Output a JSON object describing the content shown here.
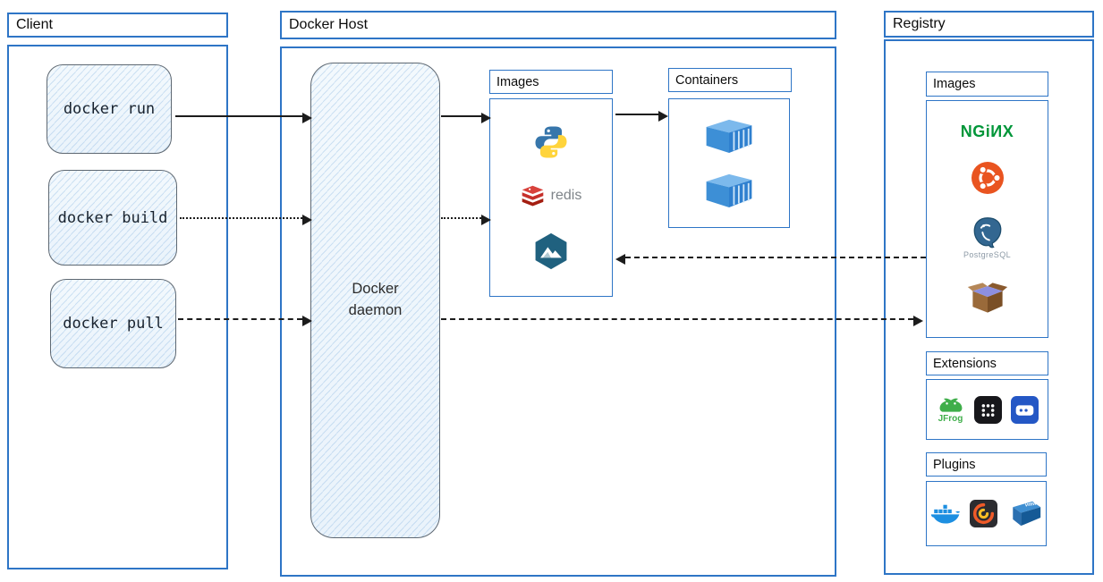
{
  "diagram": {
    "client": {
      "title": "Client",
      "commands": [
        {
          "label": "docker run"
        },
        {
          "label": "docker build"
        },
        {
          "label": "docker pull"
        }
      ]
    },
    "docker_host": {
      "title": "Docker Host",
      "daemon_label": "Docker daemon",
      "images_panel": {
        "title": "Images",
        "items": [
          "python-icon",
          "redis-icon",
          "alpine-icon"
        ]
      },
      "redis_label": "redis",
      "containers_panel": {
        "title": "Containers",
        "items": [
          "container-icon",
          "container-icon"
        ]
      }
    },
    "registry": {
      "title": "Registry",
      "images_panel": {
        "title": "Images",
        "items": [
          "nginx-icon",
          "ubuntu-icon",
          "postgresql-icon",
          "busybox-icon"
        ]
      },
      "nginx_wordmark": "NGiИX",
      "postgresql_label": "PostgreSQL",
      "extensions_panel": {
        "title": "Extensions",
        "items": [
          "jfrog-icon",
          "dots-grid-icon",
          "disk-usage-icon"
        ]
      },
      "jfrog_label": "JFrog",
      "plugins_panel": {
        "title": "Plugins",
        "items": [
          "docker-whale-icon",
          "grafana-icon",
          "vmware-icon"
        ]
      },
      "vmware_label": "vmw"
    },
    "colors": {
      "border_blue": "#2e75c6",
      "sketch_fill": "#eef6fc",
      "sketch_border": "#5e6872",
      "arrow_black": "#1c1c1c",
      "nginx_green": "#009639",
      "ubuntu_orange": "#e95420",
      "redis_red": "#c6302b",
      "alpine_blue": "#20617f",
      "container_blue": "#3d8fd6",
      "docker_blue": "#1d8fe1"
    }
  }
}
